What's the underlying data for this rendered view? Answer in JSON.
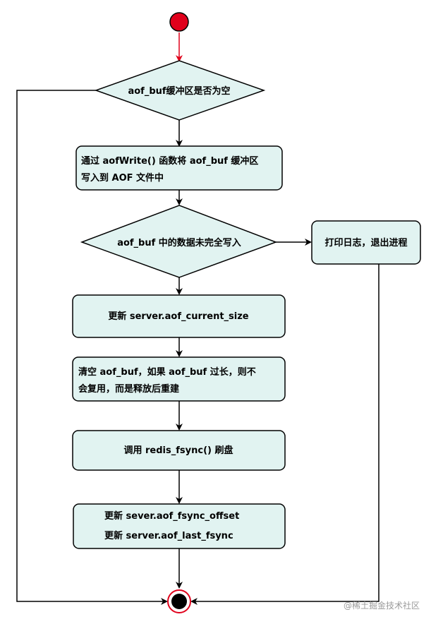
{
  "colors": {
    "node_fill": "#E1F3F1",
    "node_stroke": "#000000",
    "start_fill": "#E0001B",
    "start_arrow": "#E0001B",
    "edge": "#000000",
    "end_fill": "#000000",
    "end_ring": "#E0001B"
  },
  "nodes": {
    "start": {},
    "decision_buf_empty": {
      "label": "aof_buf缓冲区是否为空"
    },
    "write": {
      "line1": "通过 aofWrite() 函数将 aof_buf 缓冲区",
      "line2": "写入到 AOF 文件中"
    },
    "decision_incomplete": {
      "label": "aof_buf 中的数据未完全写入"
    },
    "log_exit": {
      "label": "打印日志，退出进程"
    },
    "update_size": {
      "label": "更新 server.aof_current_size"
    },
    "clear_buf": {
      "line1": "清空 aof_buf，如果 aof_buf 过长，则不",
      "line2": "会复用，而是释放后重建"
    },
    "fsync": {
      "label": "调用 redis_fsync() 刷盘"
    },
    "update_offsets": {
      "line1": "更新 sever.aof_fsync_offset",
      "line2": "更新 server.aof_last_fsync"
    },
    "end": {}
  },
  "watermark": "@稀土掘金技术社区"
}
